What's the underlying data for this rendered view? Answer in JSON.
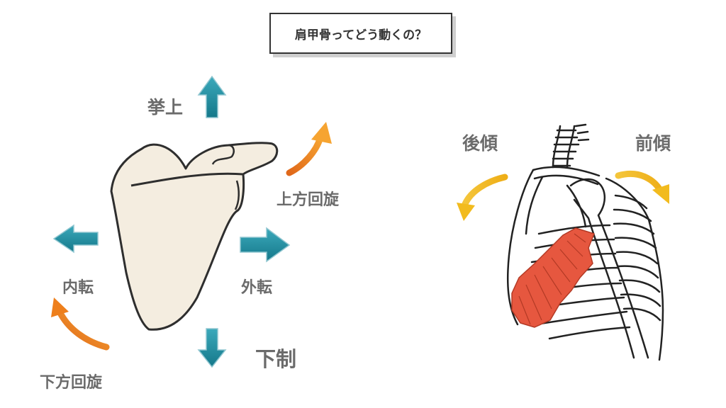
{
  "title": "肩甲骨ってどう動くの？",
  "labels": {
    "elevation": "挙上",
    "upward_rotation": "上方回旋",
    "retraction": "内転",
    "protraction": "外転",
    "depression": "下制",
    "downward_rotation": "下方回旋",
    "posterior_tilt": "後傾",
    "anterior_tilt": "前傾"
  },
  "colors": {
    "teal_arrow": "#1f8ea1",
    "orange_arrow": "#ee7f1c",
    "yellow_arrow": "#f2bb1e",
    "scapula_fill": "#f4ede0",
    "muscle": "#e6573f",
    "label_text": "#6b6b6b"
  }
}
